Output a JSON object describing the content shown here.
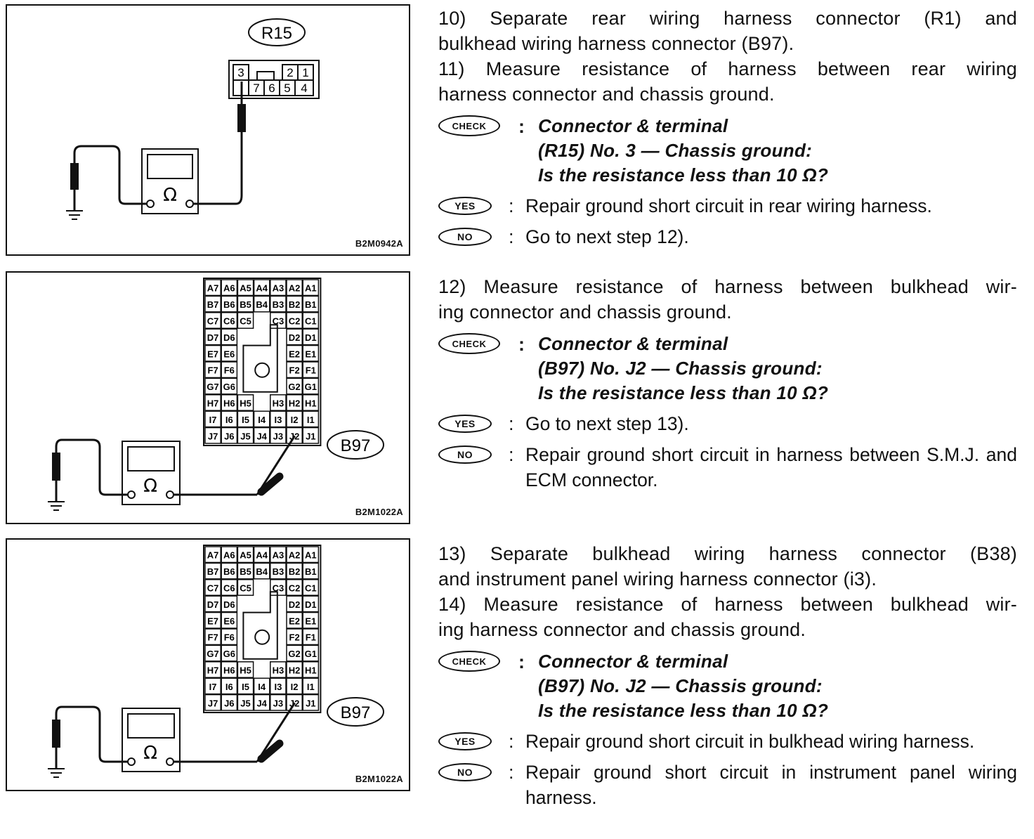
{
  "figures": [
    {
      "id": "B2M0942A",
      "connector": "R15",
      "pins_top": [
        "3",
        "2",
        "1"
      ],
      "pins_bottom": [
        "7",
        "6",
        "5",
        "4"
      ],
      "meter_symbol": "Ω"
    },
    {
      "id": "B2M1022A",
      "connector": "B97",
      "meter_symbol": "Ω"
    },
    {
      "id": "B2M1022A",
      "connector": "B97",
      "meter_symbol": "Ω"
    }
  ],
  "b97_grid": [
    [
      "A7",
      "A6",
      "A5",
      "A4",
      "A3",
      "A2",
      "A1"
    ],
    [
      "B7",
      "B6",
      "B5",
      "B4",
      "B3",
      "B2",
      "B1"
    ],
    [
      "C7",
      "C6",
      "C5",
      "",
      "C3",
      "C2",
      "C1"
    ],
    [
      "D7",
      "D6",
      "",
      "",
      "",
      "D2",
      "D1"
    ],
    [
      "E7",
      "E6",
      "",
      "",
      "",
      "E2",
      "E1"
    ],
    [
      "F7",
      "F6",
      "",
      "",
      "",
      "F2",
      "F1"
    ],
    [
      "G7",
      "G6",
      "",
      "",
      "",
      "G2",
      "G1"
    ],
    [
      "H7",
      "H6",
      "H5",
      "",
      "H3",
      "H2",
      "H1"
    ],
    [
      "I7",
      "I6",
      "I5",
      "I4",
      "I3",
      "I2",
      "I1"
    ],
    [
      "J7",
      "J6",
      "J5",
      "J4",
      "J3",
      "J2",
      "J1"
    ]
  ],
  "sections": [
    {
      "lines": [
        "10) Separate rear wiring harness connector (R1) and",
        "bulkhead wiring harness connector (B97).",
        "11) Measure resistance of harness between rear wiring",
        "harness connector and chassis ground."
      ],
      "check_label": "CHECK",
      "check": [
        "Connector & terminal",
        "(R15) No. 3 — Chassis ground:",
        "Is the resistance less than 10 Ω?"
      ],
      "yes_label": "YES",
      "yes": "Repair ground short circuit in rear wiring harness.",
      "no_label": "NO",
      "no": "Go to next step 12)."
    },
    {
      "lines": [
        "12) Measure resistance of harness between bulkhead wir-",
        "ing connector and chassis ground."
      ],
      "check_label": "CHECK",
      "check": [
        "Connector & terminal",
        "(B97) No. J2 — Chassis ground:",
        "Is the resistance less than 10 Ω?"
      ],
      "yes_label": "YES",
      "yes": "Go to next step 13).",
      "no_label": "NO",
      "no": "Repair ground short circuit in harness between S.M.J. and ECM connector."
    },
    {
      "lines": [
        "13) Separate bulkhead wiring harness connector (B38)",
        "and instrument panel wiring harness connector (i3).",
        "14) Measure resistance of harness between bulkhead wir-",
        "ing harness connector and chassis ground."
      ],
      "check_label": "CHECK",
      "check": [
        "Connector & terminal",
        "(B97) No. J2 — Chassis ground:",
        "Is the resistance less than 10 Ω?"
      ],
      "yes_label": "YES",
      "yes": "Repair ground short circuit in bulkhead wiring harness.",
      "no_label": "NO",
      "no": "Repair ground short circuit in instrument panel wiring harness."
    }
  ]
}
